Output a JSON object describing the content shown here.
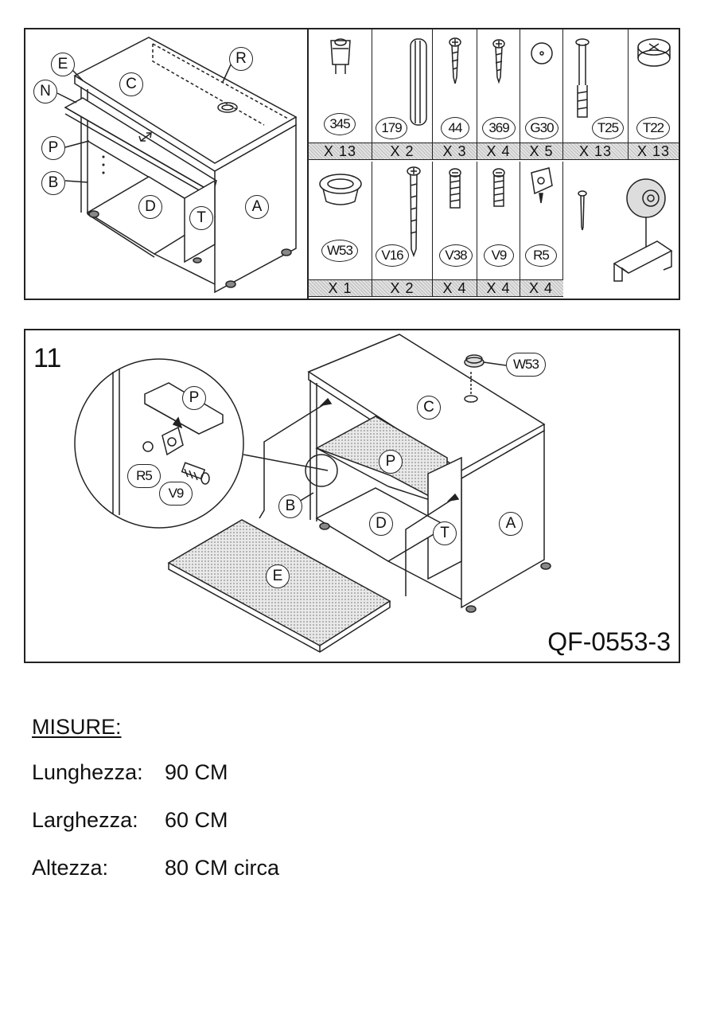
{
  "parts": [
    {
      "code": "345",
      "qty": "X 13"
    },
    {
      "code": "179",
      "qty": "X 2"
    },
    {
      "code": "44",
      "qty": "X 3"
    },
    {
      "code": "369",
      "qty": "X 4"
    },
    {
      "code": "G30",
      "qty": "X 5"
    },
    {
      "code": "T25",
      "qty": "X 13"
    },
    {
      "code": "T22",
      "qty": "X 13"
    },
    {
      "code": "W53",
      "qty": "X 1"
    },
    {
      "code": "V16",
      "qty": "X 2"
    },
    {
      "code": "V38",
      "qty": "X 4"
    },
    {
      "code": "V9",
      "qty": "X 4"
    },
    {
      "code": "R5",
      "qty": "X 4"
    }
  ],
  "top_labels": {
    "E": "E",
    "N": "N",
    "C": "C",
    "R": "R",
    "P": "P",
    "B": "B",
    "D": "D",
    "T": "T",
    "A": "A"
  },
  "step": {
    "number": "11",
    "model_code": "QF-0553-3",
    "labels": {
      "P_detail": "P",
      "R5": "R5",
      "V9": "V9",
      "W53": "W53",
      "C": "C",
      "P": "P",
      "B": "B",
      "D": "D",
      "T": "T",
      "A": "A",
      "E": "E"
    }
  },
  "measures": {
    "title": "MISURE:",
    "rows": [
      {
        "label": "Lunghezza:",
        "value": "90 CM"
      },
      {
        "label": "Larghezza:",
        "value": "60 CM"
      },
      {
        "label": "Altezza:",
        "value": "80 CM circa"
      }
    ]
  }
}
